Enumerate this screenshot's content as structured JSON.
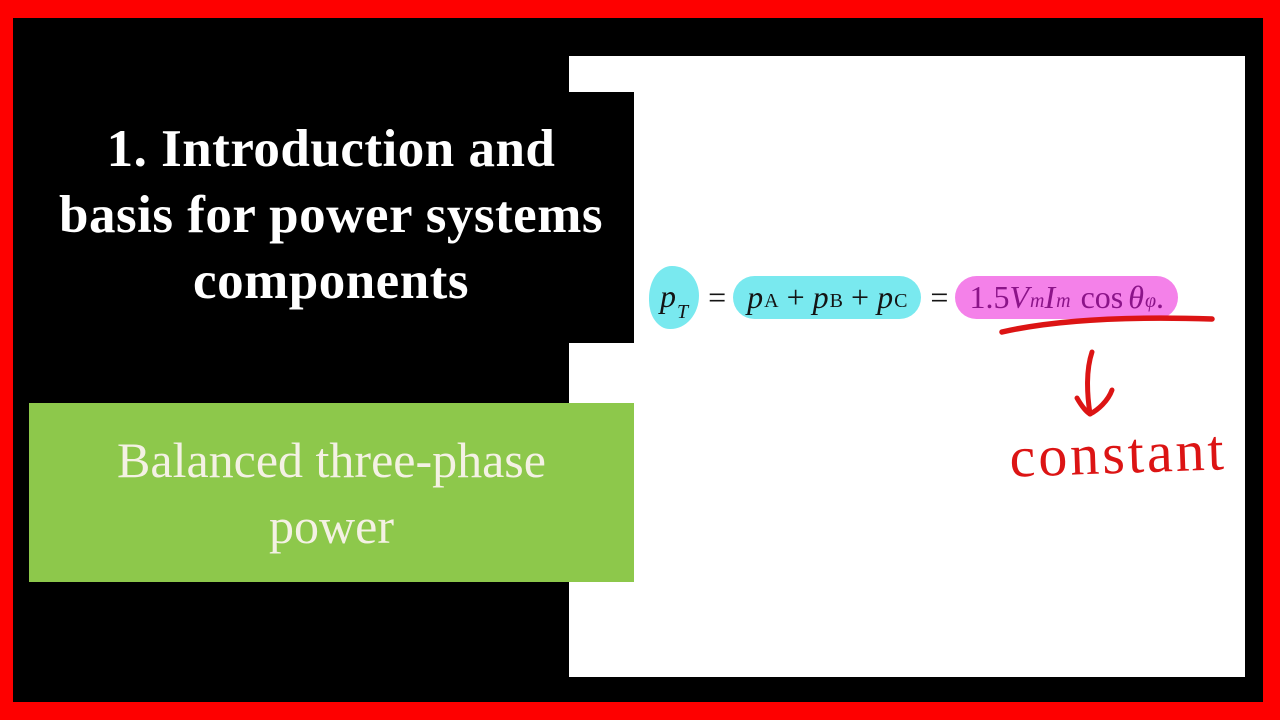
{
  "colors": {
    "border_red": "#fe0000",
    "background_black": "#000000",
    "panel_white": "#ffffff",
    "topic_green": "#8dc84b",
    "topic_text_cream": "#f4f1e4",
    "title_white": "#ffffff",
    "highlight_cyan": "#79e9ef",
    "highlight_pink": "#f481e9",
    "rhs_text_magenta": "#8b1489",
    "equation_text_black": "#141414",
    "annotation_red": "#dc1414"
  },
  "title": {
    "lines": [
      "1. Introduction and",
      "basis for power systems",
      "components"
    ]
  },
  "topic": {
    "lines": [
      "Balanced three-phase",
      "power"
    ]
  },
  "equation": {
    "lhs": {
      "base": "p",
      "sub": "T"
    },
    "equals": "=",
    "plus": "+",
    "sum": [
      {
        "base": "p",
        "sub": "A"
      },
      {
        "base": "p",
        "sub": "B"
      },
      {
        "base": "p",
        "sub": "C"
      }
    ],
    "rhs": {
      "coef": "1.5",
      "v": {
        "base": "V",
        "sub": "m"
      },
      "i": {
        "base": "I",
        "sub": "m"
      },
      "func": "cos",
      "angle": {
        "base": "θ",
        "sub": "φ"
      },
      "period": "."
    }
  },
  "annotation": {
    "label": "constant",
    "underline_icon": "hand-drawn-underline",
    "arrow_icon": "down-arrow"
  }
}
